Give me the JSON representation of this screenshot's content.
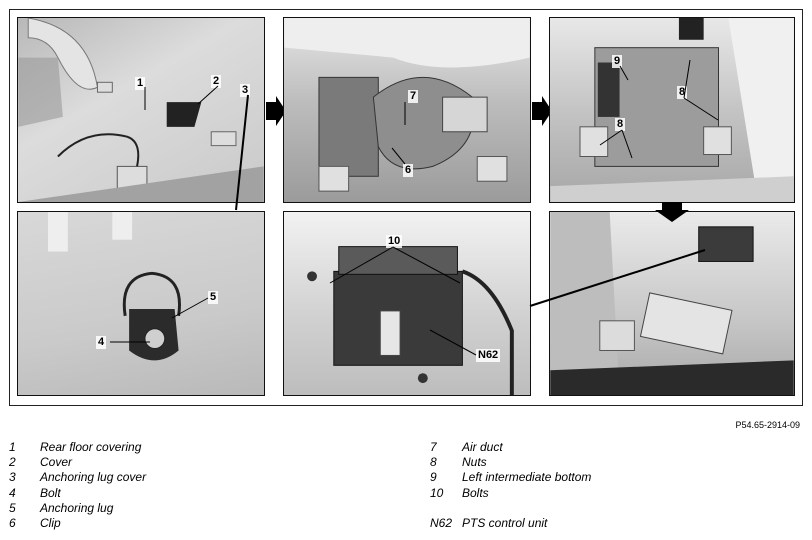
{
  "figure_id": "P54.65-2914-09",
  "callouts": {
    "c1": "1",
    "c2": "2",
    "c3": "3",
    "c4": "4",
    "c5": "5",
    "c6": "6",
    "c7": "7",
    "c8": "8",
    "c9": "9",
    "c10": "10",
    "cN62": "N62"
  },
  "legend": {
    "left": [
      {
        "key": "1",
        "text": "Rear floor covering"
      },
      {
        "key": "2",
        "text": "Cover"
      },
      {
        "key": "3",
        "text": "Anchoring lug cover"
      },
      {
        "key": "4",
        "text": "Bolt"
      },
      {
        "key": "5",
        "text": "Anchoring lug"
      },
      {
        "key": "6",
        "text": "Clip"
      }
    ],
    "right": [
      {
        "key": "7",
        "text": "Air duct"
      },
      {
        "key": "8",
        "text": "Nuts"
      },
      {
        "key": "9",
        "text": "Left intermediate bottom"
      },
      {
        "key": "10",
        "text": "Bolts"
      },
      {
        "key": "N62",
        "text": "PTS control unit"
      }
    ]
  }
}
